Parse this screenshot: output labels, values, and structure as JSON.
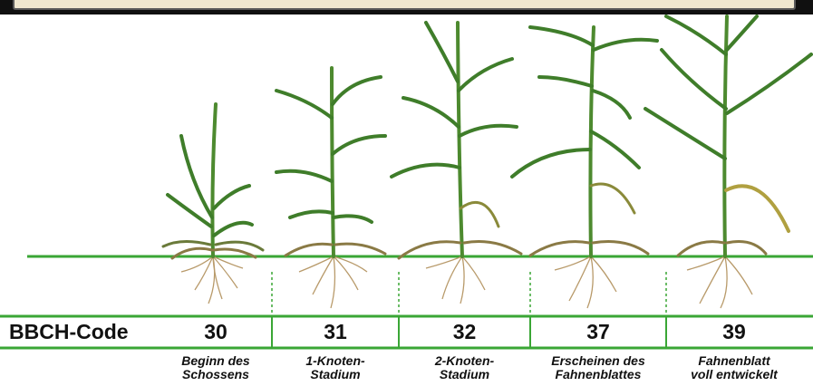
{
  "header": {
    "row_label": "BBCH-Code"
  },
  "stages": [
    {
      "code": "30",
      "line1": "Beginn des",
      "line2": "Schossens"
    },
    {
      "code": "31",
      "line1": "1-Knoten-",
      "line2": "Stadium"
    },
    {
      "code": "32",
      "line1": "2-Knoten-",
      "line2": "Stadium"
    },
    {
      "code": "37",
      "line1": "Erscheinen des",
      "line2": "Fahnenblattes"
    },
    {
      "code": "39",
      "line1": "Fahnenblatt",
      "line2": "voll entwickelt"
    }
  ],
  "colors": {
    "ground_line": "#3aa635",
    "plant_green": "#3f7d2a",
    "root": "#b89a6a"
  }
}
